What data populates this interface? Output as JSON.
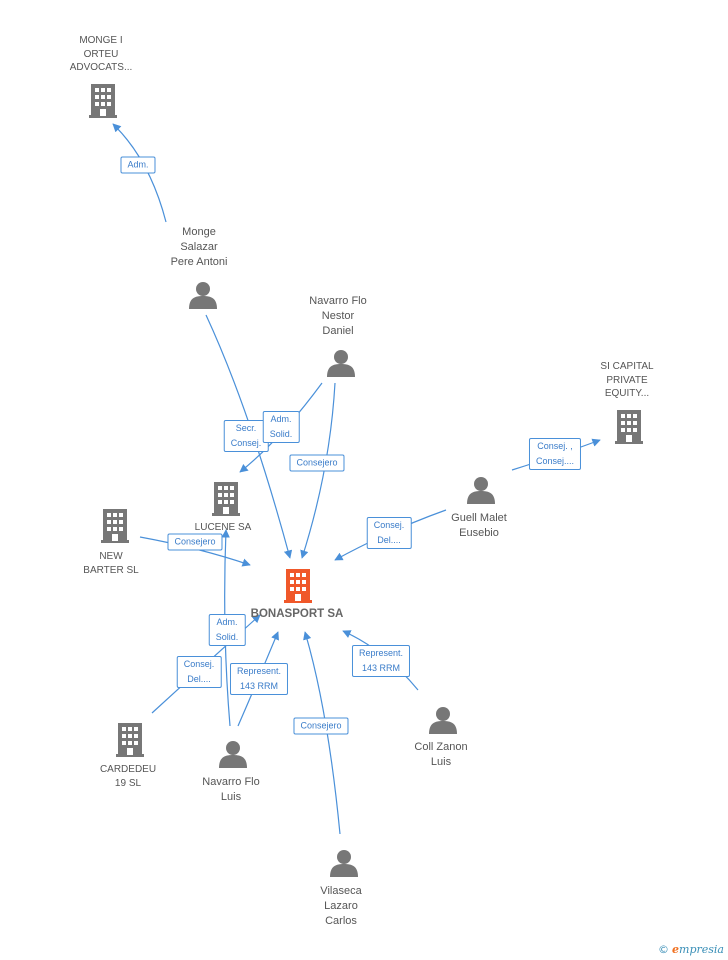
{
  "center_label": "BONASPORT SA",
  "nodes": {
    "monge_orteu": "MONGE I\nORTEU\nADVOCATS...",
    "monge_salazar": "Monge\nSalazar\nPere Antoni",
    "navarro_nestor": "Navarro Flo\nNestor\nDaniel",
    "si_capital": "SI CAPITAL\nPRIVATE\nEQUITY...",
    "guell_malet": "Guell Malet\nEusebio",
    "lucene": "LUCENE SA",
    "new_barter": "NEW\nBARTER SL",
    "cardedeu": "CARDEDEU\n19  SL",
    "navarro_luis": "Navarro Flo\nLuis",
    "coll_zanon": "Coll Zanon\nLuis",
    "vilaseca": "Vilaseca\nLazaro\nCarlos"
  },
  "edges": {
    "adm_monge": "Adm.",
    "secr_consej": "Secr.\nConsej.",
    "adm_solid_1": "Adm.\nSolid.",
    "consejero_nestor": "Consejero",
    "consej_si": "Consej. ,\nConsej....",
    "consej_del_guell": "Consej.\nDel....",
    "consejero_barter": "Consejero",
    "adm_solid_2": "Adm.\nSolid.",
    "consej_del_card": "Consej.\nDel....",
    "represent_luis": "Represent.\n143 RRM",
    "represent_coll": "Represent.\n143 RRM",
    "consejero_vilaseca": "Consejero"
  },
  "footer": {
    "copyright": "©",
    "brand_initial": "e",
    "brand_rest": "mpresia"
  },
  "colors": {
    "edge": "#4a90d9",
    "icon": "#777777",
    "center_icon": "#f0582a"
  }
}
